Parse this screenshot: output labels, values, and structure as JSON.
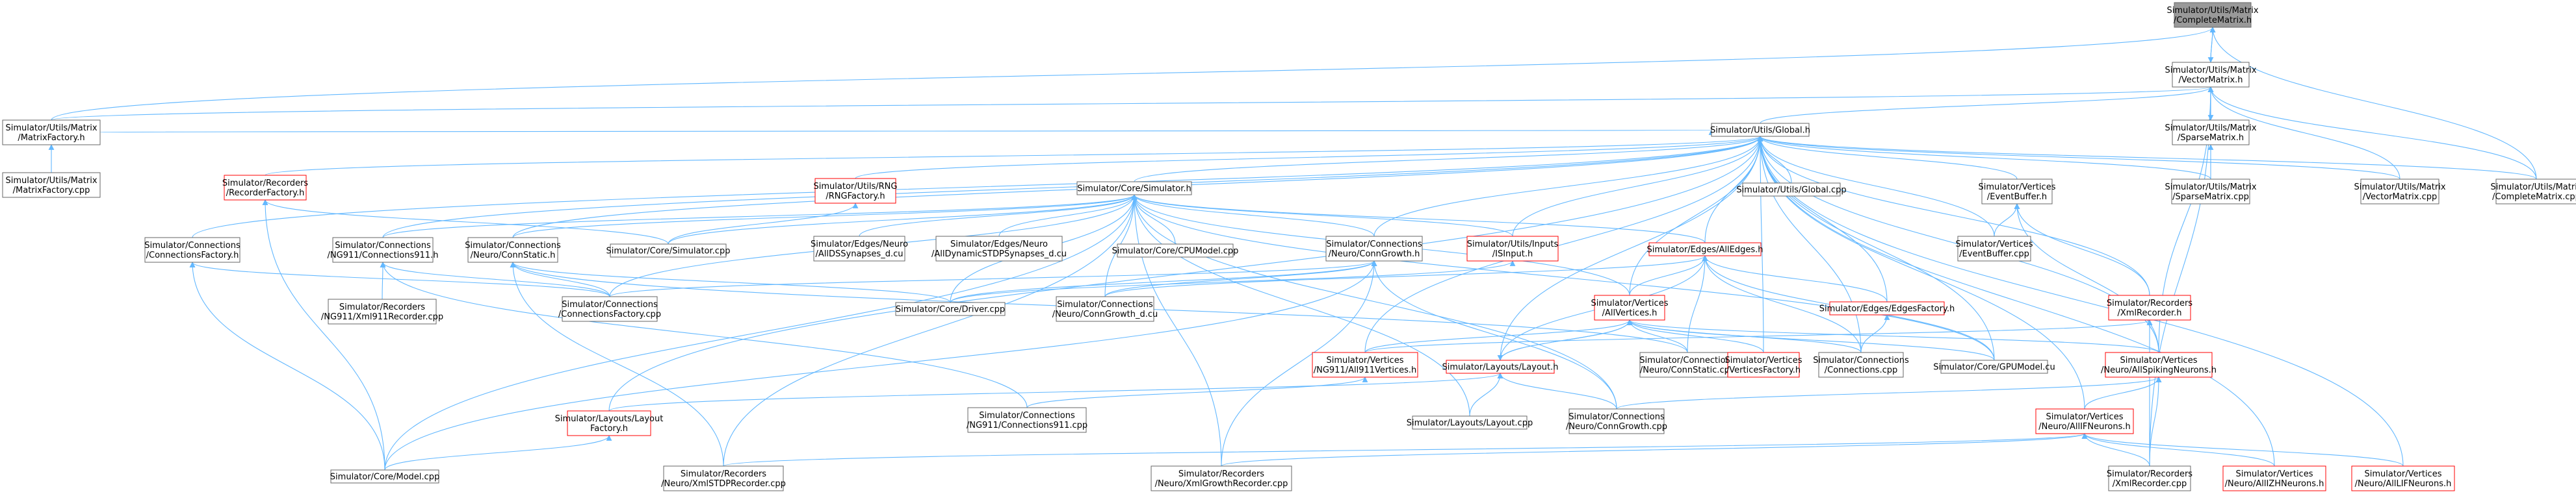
{
  "colors": {
    "edge": "#63b8ff",
    "border_gray": "#666666",
    "border_red": "#ff0000",
    "root_fill": "#999999"
  },
  "nodes": [
    {
      "id": "completematrix_h",
      "lines": [
        "Simulator/Utils/Matrix",
        "/CompleteMatrix.h"
      ],
      "style": "root"
    },
    {
      "id": "vectormatrix_h",
      "lines": [
        "Simulator/Utils/Matrix",
        "/VectorMatrix.h"
      ],
      "style": "gray"
    },
    {
      "id": "matrixfactory_h",
      "lines": [
        "Simulator/Utils/Matrix",
        "/MatrixFactory.h"
      ],
      "style": "gray"
    },
    {
      "id": "matrixfactory_cpp",
      "lines": [
        "Simulator/Utils/Matrix",
        "/MatrixFactory.cpp"
      ],
      "style": "gray"
    },
    {
      "id": "global_h",
      "lines": [
        "Simulator/Utils/Global.h"
      ],
      "style": "gray"
    },
    {
      "id": "sparsematrix_h",
      "lines": [
        "Simulator/Utils/Matrix",
        "/SparseMatrix.h"
      ],
      "style": "gray"
    },
    {
      "id": "recorderfactory_h",
      "lines": [
        "Simulator/Recorders",
        "/RecorderFactory.h"
      ],
      "style": "red"
    },
    {
      "id": "rngfactory_h",
      "lines": [
        "Simulator/Utils/RNG",
        "/RNGFactory.h"
      ],
      "style": "red"
    },
    {
      "id": "simulator_h",
      "lines": [
        "Simulator/Core/Simulator.h"
      ],
      "style": "gray"
    },
    {
      "id": "global_cpp",
      "lines": [
        "Simulator/Utils/Global.cpp"
      ],
      "style": "gray"
    },
    {
      "id": "eventbuffer_h",
      "lines": [
        "Simulator/Vertices",
        "/EventBuffer.h"
      ],
      "style": "gray"
    },
    {
      "id": "sparsematrix_cpp",
      "lines": [
        "Simulator/Utils/Matrix",
        "/SparseMatrix.cpp"
      ],
      "style": "gray"
    },
    {
      "id": "vectormatrix_cpp",
      "lines": [
        "Simulator/Utils/Matrix",
        "/VectorMatrix.cpp"
      ],
      "style": "gray"
    },
    {
      "id": "completematrix_cpp",
      "lines": [
        "Simulator/Utils/Matrix",
        "/CompleteMatrix.cpp"
      ],
      "style": "gray"
    },
    {
      "id": "connectionsfactory_h",
      "lines": [
        "Simulator/Connections",
        "/ConnectionsFactory.h"
      ],
      "style": "gray"
    },
    {
      "id": "connections911_h",
      "lines": [
        "Simulator/Connections",
        "/NG911/Connections911.h"
      ],
      "style": "gray"
    },
    {
      "id": "connstatic_h",
      "lines": [
        "Simulator/Connections",
        "/Neuro/ConnStatic.h"
      ],
      "style": "gray"
    },
    {
      "id": "simulator_cpp",
      "lines": [
        "Simulator/Core/Simulator.cpp"
      ],
      "style": "gray"
    },
    {
      "id": "alldssynapses",
      "lines": [
        "Simulator/Edges/Neuro",
        "/AllDSSynapses_d.cu"
      ],
      "style": "gray"
    },
    {
      "id": "alldynamicstdp",
      "lines": [
        "Simulator/Edges/Neuro",
        "/AllDynamicSTDPSynapses_d.cu"
      ],
      "style": "gray"
    },
    {
      "id": "cpumodel_cpp",
      "lines": [
        "Simulator/Core/CPUModel.cpp"
      ],
      "style": "gray"
    },
    {
      "id": "conngrowth_h",
      "lines": [
        "Simulator/Connections",
        "/Neuro/ConnGrowth.h"
      ],
      "style": "gray"
    },
    {
      "id": "isinput_h",
      "lines": [
        "Simulator/Utils/Inputs",
        "/ISInput.h"
      ],
      "style": "red"
    },
    {
      "id": "alledges_h",
      "lines": [
        "Simulator/Edges/AllEdges.h"
      ],
      "style": "red"
    },
    {
      "id": "eventbuffer_cpp",
      "lines": [
        "Simulator/Vertices",
        "/EventBuffer.cpp"
      ],
      "style": "gray"
    },
    {
      "id": "xmlrecorder_h",
      "lines": [
        "Simulator/Recorders",
        "/XmlRecorder.h"
      ],
      "style": "red"
    },
    {
      "id": "xml911recorder",
      "lines": [
        "Simulator/Recorders",
        "/NG911/Xml911Recorder.cpp"
      ],
      "style": "gray"
    },
    {
      "id": "connectionsfactory_cpp",
      "lines": [
        "Simulator/Connections",
        "/ConnectionsFactory.cpp"
      ],
      "style": "gray"
    },
    {
      "id": "driver_cpp",
      "lines": [
        "Simulator/Core/Driver.cpp"
      ],
      "style": "gray"
    },
    {
      "id": "conngrowth_d_cu",
      "lines": [
        "Simulator/Connections",
        "/Neuro/ConnGrowth_d.cu"
      ],
      "style": "gray"
    },
    {
      "id": "allvertices_h",
      "lines": [
        "Simulator/Vertices",
        "/AllVertices.h"
      ],
      "style": "red"
    },
    {
      "id": "edgesfactory_h",
      "lines": [
        "Simulator/Edges/EdgesFactory.h"
      ],
      "style": "red"
    },
    {
      "id": "all911vertices_h",
      "lines": [
        "Simulator/Vertices",
        "/NG911/All911Vertices.h"
      ],
      "style": "red"
    },
    {
      "id": "layout_h",
      "lines": [
        "Simulator/Layouts/Layout.h"
      ],
      "style": "red"
    },
    {
      "id": "connstatic_cpp",
      "lines": [
        "Simulator/Connections",
        "/Neuro/ConnStatic.cpp"
      ],
      "style": "gray"
    },
    {
      "id": "verticesfactory_h",
      "lines": [
        "Simulator/Vertices",
        "/VerticesFactory.h"
      ],
      "style": "red"
    },
    {
      "id": "connections_cpp",
      "lines": [
        "Simulator/Connections",
        "/Connections.cpp"
      ],
      "style": "gray"
    },
    {
      "id": "gpumodel_cu",
      "lines": [
        "Simulator/Core/GPUModel.cu"
      ],
      "style": "gray"
    },
    {
      "id": "allspikingneurons_h",
      "lines": [
        "Simulator/Vertices",
        "/Neuro/AllSpikingNeurons.h"
      ],
      "style": "red"
    },
    {
      "id": "layoutfactory_h",
      "lines": [
        "Simulator/Layouts/Layout",
        "Factory.h"
      ],
      "style": "red"
    },
    {
      "id": "connections911_cpp",
      "lines": [
        "Simulator/Connections",
        "/NG911/Connections911.cpp"
      ],
      "style": "gray"
    },
    {
      "id": "layout_cpp",
      "lines": [
        "Simulator/Layouts/Layout.cpp"
      ],
      "style": "gray"
    },
    {
      "id": "conngrowth_cpp",
      "lines": [
        "Simulator/Connections",
        "/Neuro/ConnGrowth.cpp"
      ],
      "style": "gray"
    },
    {
      "id": "allifneurons_h",
      "lines": [
        "Simulator/Vertices",
        "/Neuro/AllIFNeurons.h"
      ],
      "style": "red"
    },
    {
      "id": "model_cpp",
      "lines": [
        "Simulator/Core/Model.cpp"
      ],
      "style": "gray"
    },
    {
      "id": "xmlstdprecorder",
      "lines": [
        "Simulator/Recorders",
        "/Neuro/XmlSTDPRecorder.cpp"
      ],
      "style": "gray"
    },
    {
      "id": "xmlgrowthrecorder",
      "lines": [
        "Simulator/Recorders",
        "/Neuro/XmlGrowthRecorder.cpp"
      ],
      "style": "gray"
    },
    {
      "id": "xmlrecorder_cpp",
      "lines": [
        "Simulator/Recorders",
        "/XmlRecorder.cpp"
      ],
      "style": "gray"
    },
    {
      "id": "allizhneurons_h",
      "lines": [
        "Simulator/Vertices",
        "/Neuro/AllIZHNeurons.h"
      ],
      "style": "red"
    },
    {
      "id": "alllifneurons_h",
      "lines": [
        "Simulator/Vertices",
        "/Neuro/AllLIFNeurons.h"
      ],
      "style": "red"
    }
  ],
  "edges": [
    [
      "completematrix_h",
      "vectormatrix_h"
    ],
    [
      "completematrix_h",
      "matrixfactory_h"
    ],
    [
      "completematrix_h",
      "completematrix_cpp"
    ],
    [
      "vectormatrix_h",
      "completematrix_h"
    ],
    [
      "vectormatrix_h",
      "matrixfactory_h"
    ],
    [
      "vectormatrix_h",
      "global_h"
    ],
    [
      "vectormatrix_h",
      "sparsematrix_h"
    ],
    [
      "vectormatrix_h",
      "vectormatrix_cpp"
    ],
    [
      "vectormatrix_h",
      "xmlrecorder_cpp"
    ],
    [
      "vectormatrix_h",
      "allspikingneurons_h"
    ],
    [
      "vectormatrix_h",
      "completematrix_cpp"
    ],
    [
      "matrixfactory_h",
      "matrixfactory_cpp"
    ],
    [
      "sparsematrix_h",
      "vectormatrix_h"
    ],
    [
      "sparsematrix_h",
      "sparsematrix_cpp"
    ],
    [
      "global_h",
      "matrixfactory_h"
    ],
    [
      "global_h",
      "recorderfactory_h"
    ],
    [
      "global_h",
      "rngfactory_h"
    ],
    [
      "global_h",
      "simulator_h"
    ],
    [
      "global_h",
      "global_cpp"
    ],
    [
      "global_h",
      "eventbuffer_h"
    ],
    [
      "global_h",
      "sparsematrix_cpp"
    ],
    [
      "global_h",
      "vectormatrix_cpp"
    ],
    [
      "global_h",
      "completematrix_cpp"
    ],
    [
      "global_h",
      "connectionsfactory_h"
    ],
    [
      "global_h",
      "connections911_h"
    ],
    [
      "global_h",
      "connstatic_h"
    ],
    [
      "global_h",
      "conngrowth_h"
    ],
    [
      "global_h",
      "isinput_h"
    ],
    [
      "global_h",
      "alledges_h"
    ],
    [
      "global_h",
      "eventbuffer_cpp"
    ],
    [
      "global_h",
      "xmlrecorder_h"
    ],
    [
      "global_h",
      "edgesfactory_h"
    ],
    [
      "global_h",
      "allvertices_h"
    ],
    [
      "global_h",
      "layout_h"
    ],
    [
      "global_h",
      "all911vertices_h"
    ],
    [
      "global_h",
      "gpumodel_cu"
    ],
    [
      "global_h",
      "allspikingneurons_h"
    ],
    [
      "global_h",
      "allifneurons_h"
    ],
    [
      "global_h",
      "allizhneurons_h"
    ],
    [
      "global_h",
      "alllifneurons_h"
    ],
    [
      "global_h",
      "layoutfactory_h"
    ],
    [
      "global_h",
      "verticesfactory_h"
    ],
    [
      "global_h",
      "connections_cpp"
    ],
    [
      "recorderfactory_h",
      "simulator_cpp"
    ],
    [
      "recorderfactory_h",
      "model_cpp"
    ],
    [
      "rngfactory_h",
      "simulator_cpp"
    ],
    [
      "simulator_h",
      "connections911_h"
    ],
    [
      "simulator_h",
      "connstatic_h"
    ],
    [
      "simulator_h",
      "simulator_cpp"
    ],
    [
      "simulator_h",
      "alldssynapses"
    ],
    [
      "simulator_h",
      "alldynamicstdp"
    ],
    [
      "simulator_h",
      "cpumodel_cpp"
    ],
    [
      "simulator_h",
      "conngrowth_h"
    ],
    [
      "simulator_h",
      "isinput_h"
    ],
    [
      "simulator_h",
      "alledges_h"
    ],
    [
      "simulator_h",
      "driver_cpp"
    ],
    [
      "simulator_h",
      "conngrowth_d_cu"
    ],
    [
      "simulator_h",
      "connectionsfactory_cpp"
    ],
    [
      "simulator_h",
      "allvertices_h"
    ],
    [
      "simulator_h",
      "model_cpp"
    ],
    [
      "simulator_h",
      "xmlstdprecorder"
    ],
    [
      "simulator_h",
      "xmlgrowthrecorder"
    ],
    [
      "simulator_h",
      "gpumodel_cu"
    ],
    [
      "simulator_h",
      "layout_cpp"
    ],
    [
      "simulator_h",
      "conngrowth_cpp"
    ],
    [
      "eventbuffer_h",
      "eventbuffer_cpp"
    ],
    [
      "eventbuffer_h",
      "xmlrecorder_h"
    ],
    [
      "eventbuffer_h",
      "allspikingneurons_h"
    ],
    [
      "connectionsfactory_h",
      "connectionsfactory_cpp"
    ],
    [
      "connectionsfactory_h",
      "model_cpp"
    ],
    [
      "connections911_h",
      "xml911recorder"
    ],
    [
      "connections911_h",
      "connectionsfactory_cpp"
    ],
    [
      "connections911_h",
      "connections911_cpp"
    ],
    [
      "connstatic_h",
      "connectionsfactory_cpp"
    ],
    [
      "connstatic_h",
      "driver_cpp"
    ],
    [
      "connstatic_h",
      "connstatic_cpp"
    ],
    [
      "connstatic_h",
      "xmlstdprecorder"
    ],
    [
      "conngrowth_h",
      "connectionsfactory_cpp"
    ],
    [
      "conngrowth_h",
      "driver_cpp"
    ],
    [
      "conngrowth_h",
      "conngrowth_d_cu"
    ],
    [
      "conngrowth_h",
      "conngrowth_cpp"
    ],
    [
      "conngrowth_h",
      "xmlgrowthrecorder"
    ],
    [
      "conngrowth_h",
      "model_cpp"
    ],
    [
      "isinput_h",
      "driver_cpp"
    ],
    [
      "alledges_h",
      "edgesfactory_h"
    ],
    [
      "alledges_h",
      "allvertices_h"
    ],
    [
      "alledges_h",
      "layout_h"
    ],
    [
      "alledges_h",
      "connections_cpp"
    ],
    [
      "alledges_h",
      "gpumodel_cu"
    ],
    [
      "alledges_h",
      "conngrowth_d_cu"
    ],
    [
      "alledges_h",
      "connstatic_cpp"
    ],
    [
      "xmlrecorder_h",
      "xmlrecorder_cpp"
    ],
    [
      "xmlrecorder_h",
      "all911vertices_h"
    ],
    [
      "allvertices_h",
      "layout_h"
    ],
    [
      "allvertices_h",
      "all911vertices_h"
    ],
    [
      "allvertices_h",
      "verticesfactory_h"
    ],
    [
      "allvertices_h",
      "allspikingneurons_h"
    ],
    [
      "allvertices_h",
      "connstatic_cpp"
    ],
    [
      "allvertices_h",
      "connections_cpp"
    ],
    [
      "allvertices_h",
      "gpumodel_cu"
    ],
    [
      "edgesfactory_h",
      "connections_cpp"
    ],
    [
      "all911vertices_h",
      "connections911_cpp"
    ],
    [
      "layout_h",
      "layoutfactory_h"
    ],
    [
      "layout_h",
      "layout_cpp"
    ],
    [
      "layout_h",
      "allvertices_h"
    ],
    [
      "layout_h",
      "conngrowth_cpp"
    ],
    [
      "allspikingneurons_h",
      "allifneurons_h"
    ],
    [
      "allspikingneurons_h",
      "xmlrecorder_cpp"
    ],
    [
      "allspikingneurons_h",
      "conngrowth_cpp"
    ],
    [
      "allifneurons_h",
      "allizhneurons_h"
    ],
    [
      "allifneurons_h",
      "alllifneurons_h"
    ],
    [
      "allifneurons_h",
      "xmlrecorder_cpp"
    ],
    [
      "allifneurons_h",
      "xmlstdprecorder"
    ],
    [
      "allifneurons_h",
      "xmlgrowthrecorder"
    ],
    [
      "layoutfactory_h",
      "model_cpp"
    ]
  ]
}
